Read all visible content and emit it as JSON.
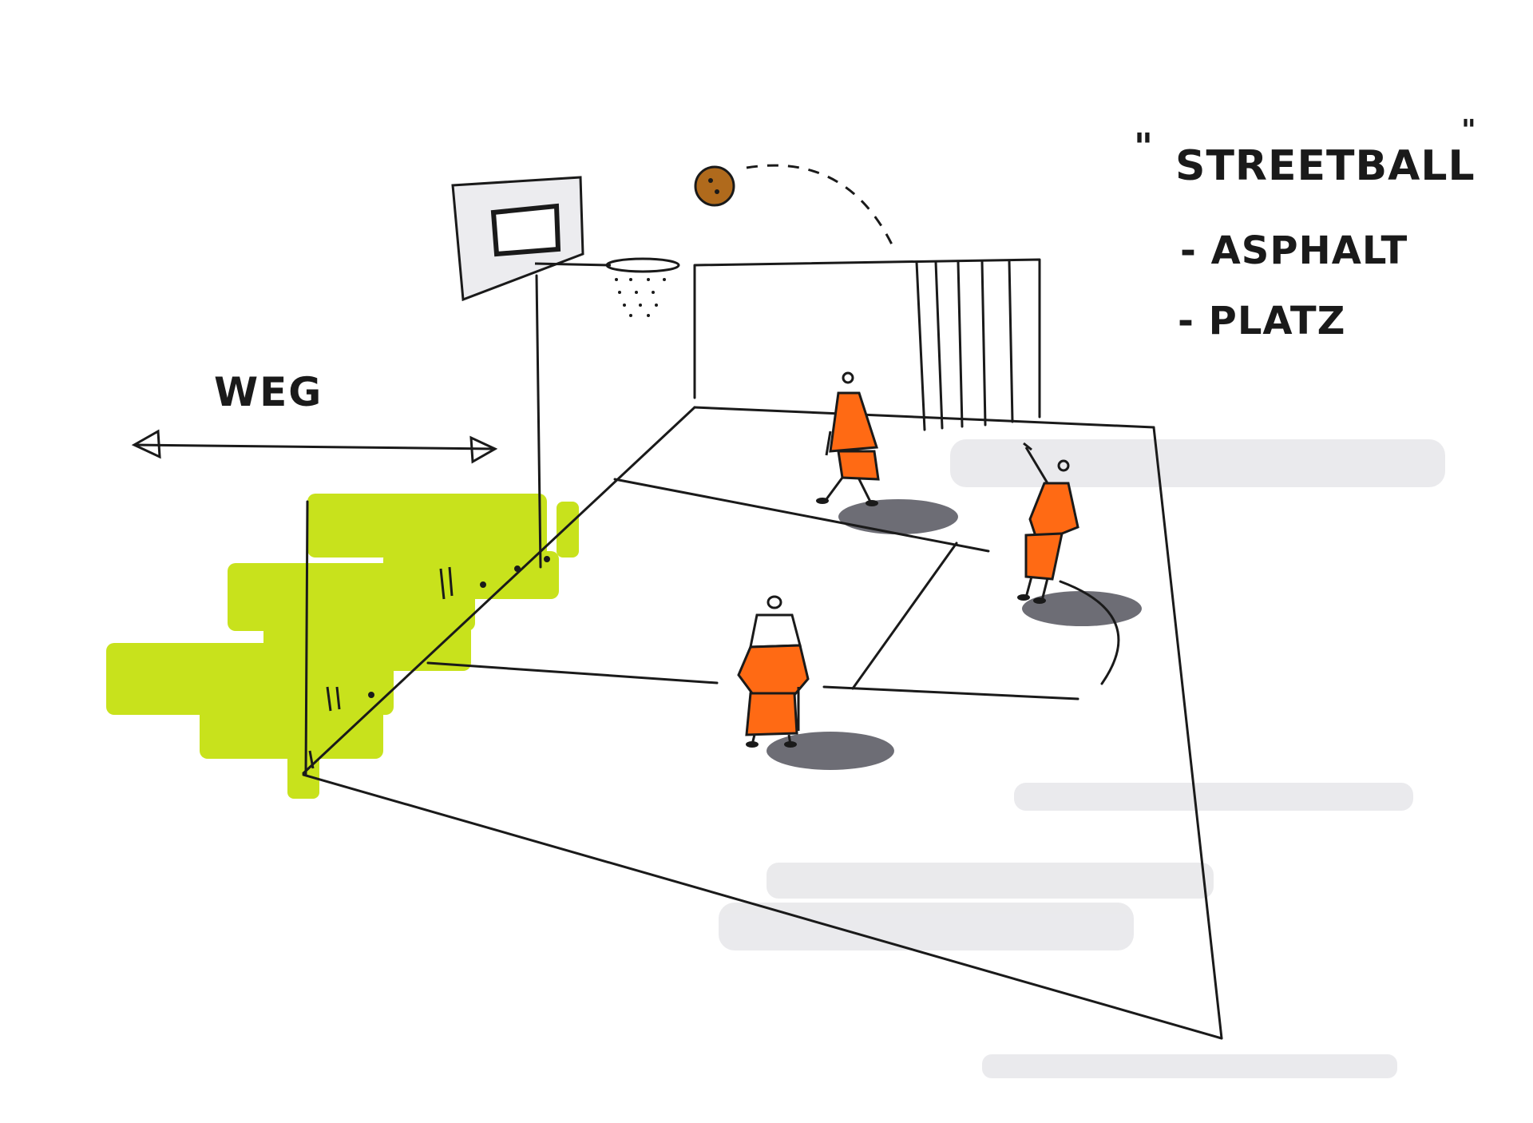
{
  "labels": {
    "title_open_quote": "\"",
    "title": "STREETBALL",
    "title_close_quote": "\"",
    "bullet_1": "- ASPHALT",
    "bullet_2": "- PLATZ",
    "path_label": "WEG"
  },
  "colors": {
    "ink": "#1a1a1a",
    "player_orange": "#ff6a14",
    "highlight_lime": "#c8e21c",
    "shadow_grey": "#5d5d66",
    "ball_brown": "#b06a1c",
    "backboard": "#ececef"
  },
  "icons": [
    "basketball-hoop-icon",
    "basketball-icon",
    "player-figure-icon",
    "double-arrow-icon"
  ]
}
